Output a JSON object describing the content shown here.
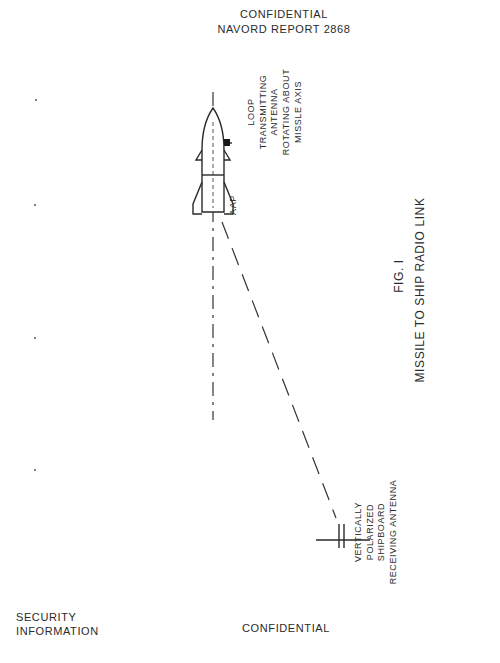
{
  "diagram": {
    "caption": "MISSILE TO SHIP RADIO LINK",
    "labels": [
      "CONFIDENTIAL",
      "NAVORD REPORT 2868",
      "LOOP TRANSMITTING ANTENNA ROTATING ABOUT MISSLE AXIS",
      "AAP",
      "FIG. I",
      "VERTICALLY POLARIZED SHIPBOARD RECEIVING ANTENNA",
      "SECURITY INFORMATION",
      "CONFIDENTIAL"
    ]
  }
}
